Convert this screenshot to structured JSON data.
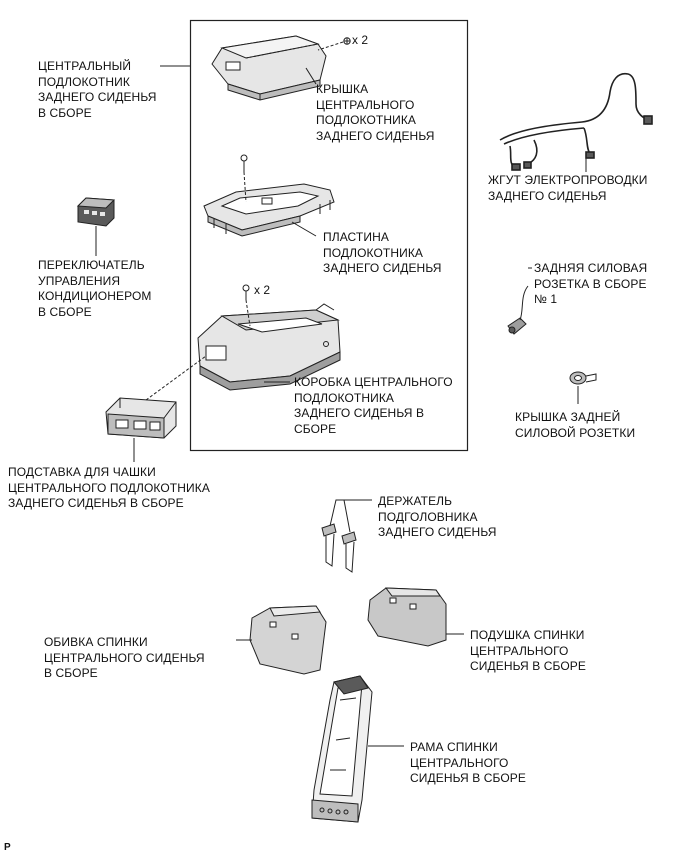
{
  "colors": {
    "line": "#222222",
    "part_light": "#e6e6e6",
    "part_mid": "#bdbdbd",
    "part_dark": "#5a5a5a"
  },
  "labels": {
    "center_armrest_assy": [
      "ЦЕНТРАЛЬНЫЙ",
      "ПОДЛОКОТНИК",
      "ЗАДНЕГО СИДЕНЬЯ",
      "В СБОРЕ"
    ],
    "armrest_cover": [
      "КРЫШКА",
      "ЦЕНТРАЛЬНОГО",
      "ПОДЛОКОТНИКА",
      "ЗАДНЕГО СИДЕНЬЯ"
    ],
    "wire_harness": [
      "ЖГУТ ЭЛЕКТРОПРОВОДКИ",
      "ЗАДНЕГО СИДЕНЬЯ"
    ],
    "ac_switch": [
      "ПЕРЕКЛЮЧАТЕЛЬ",
      "УПРАВЛЕНИЯ",
      "КОНДИЦИОНЕРОМ",
      "В СБОРЕ"
    ],
    "armrest_plate": [
      "ПЛАСТИНА",
      "ПОДЛОКОТНИКА",
      "ЗАДНЕГО СИДЕНЬЯ"
    ],
    "power_outlet": [
      "ЗАДНЯЯ СИЛОВАЯ",
      "РОЗЕТКА В СБОРЕ",
      "№ 1"
    ],
    "armrest_box": [
      "КОРОБКА ЦЕНТРАЛЬНОГО",
      "ПОДЛОКОТНИКА",
      "ЗАДНЕГО СИДЕНЬЯ В",
      "СБОРЕ"
    ],
    "outlet_cover": [
      "КРЫШКА ЗАДНЕЙ",
      "СИЛОВОЙ РОЗЕТКИ"
    ],
    "cup_holder": [
      "ПОДСТАВКА ДЛЯ ЧАШКИ",
      "ЦЕНТРАЛЬНОГО ПОДЛОКОТНИКА",
      "ЗАДНЕГО СИДЕНЬЯ В СБОРЕ"
    ],
    "headrest_holder": [
      "ДЕРЖАТЕЛЬ",
      "ПОДГОЛОВНИКА",
      "ЗАДНЕГО СИДЕНЬЯ"
    ],
    "seatback_cover": [
      "ОБИВКА СПИНКИ",
      "ЦЕНТРАЛЬНОГО СИДЕНЬЯ",
      "В СБОРЕ"
    ],
    "seatback_pad": [
      "ПОДУШКА СПИНКИ",
      "ЦЕНТРАЛЬНОГО",
      "СИДЕНЬЯ В СБОРЕ"
    ],
    "seatback_frame": [
      "РАМА СПИНКИ",
      "ЦЕНТРАЛЬНОГО",
      "СИДЕНЬЯ В СБОРЕ"
    ]
  },
  "quantities": {
    "cover_screws": "x 2",
    "box_screws": "x 2"
  },
  "figure_marker": "P"
}
